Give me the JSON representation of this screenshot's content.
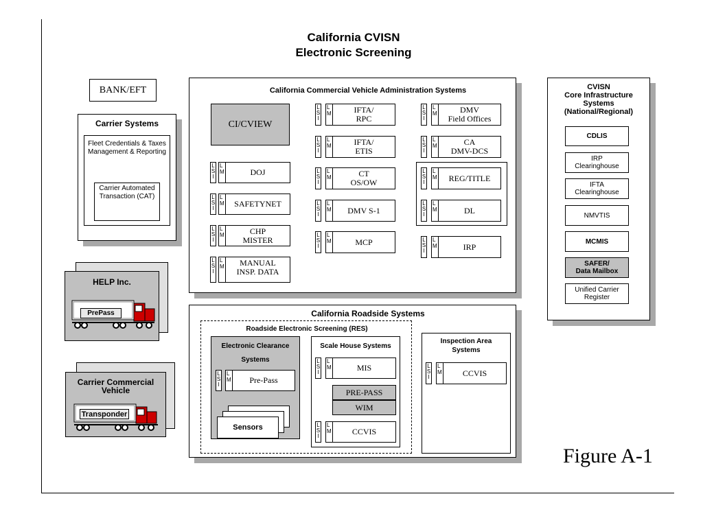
{
  "title_line1": "California CVISN",
  "title_line2": "Electronic Screening",
  "figure_label": "Figure A-1",
  "bank_eft": "BANK/EFT",
  "carrier_systems": {
    "title": "Carrier Systems",
    "fleet": "Fleet Credentials & Taxes Management & Reporting",
    "cat": "Carrier Automated Transaction (CAT)"
  },
  "help": {
    "title": "HELP Inc.",
    "truck_label": "PrePass"
  },
  "carrier_vehicle": {
    "title_line1": "Carrier Commercial",
    "title_line2": "Vehicle",
    "truck_label": "Transponder"
  },
  "lsi": {
    "l": "L",
    "s": "S",
    "i": "I",
    "m": "M"
  },
  "admin": {
    "title": "California Commercial Vehicle Administration Systems",
    "cicview": "CI/CVIEW",
    "doj": "DOJ",
    "safetynet": "SAFETYNET",
    "chp_line1": "CHP",
    "chp_line2": "MISTER",
    "manual_line1": "MANUAL",
    "manual_line2": "INSP. DATA",
    "ifta_rpc_line1": "IFTA/",
    "ifta_rpc_line2": "RPC",
    "ifta_etis_line1": "IFTA/",
    "ifta_etis_line2": "ETIS",
    "ct_line1": "CT",
    "ct_line2": "OS/OW",
    "dmv_s1": "DMV S-1",
    "mcp": "MCP",
    "dmv_fo_line1": "DMV",
    "dmv_fo_line2": "Field Offices",
    "ca_line1": "CA",
    "ca_line2": "DMV-DCS",
    "reg_title": "REG/TITLE",
    "dl": "DL",
    "irp": "IRP"
  },
  "roadside": {
    "title": "California Roadside Systems",
    "res_title": "Roadside Electronic Screening (RES)",
    "ecs_line1": "Electronic Clearance",
    "ecs_line2": "Systems",
    "prepass": "Pre-Pass",
    "sensors": "Sensors",
    "scale_title": "Scale House Systems",
    "mis": "MIS",
    "pre_pass_caps": "PRE-PASS",
    "wim": "WIM",
    "ccvis_scale": "CCVIS",
    "inspection_line1": "Inspection Area",
    "inspection_line2": "Systems",
    "ccvis_insp": "CCVIS"
  },
  "cvisn": {
    "title_line1": "CVISN",
    "title_line2": "Core Infrastructure",
    "title_line3": "Systems",
    "title_line4": "(National/Regional)",
    "cdlis": "CDLIS",
    "irp_ch_line1": "IRP",
    "irp_ch_line2": "Clearinghouse",
    "ifta_ch_line1": "IFTA",
    "ifta_ch_line2": "Clearinghouse",
    "nmvtis": "NMVTIS",
    "mcmis": "MCMIS",
    "safer_line1": "SAFER/",
    "safer_line2": "Data Mailbox",
    "ucr_line1": "Unified Carrier",
    "ucr_line2": "Register"
  }
}
